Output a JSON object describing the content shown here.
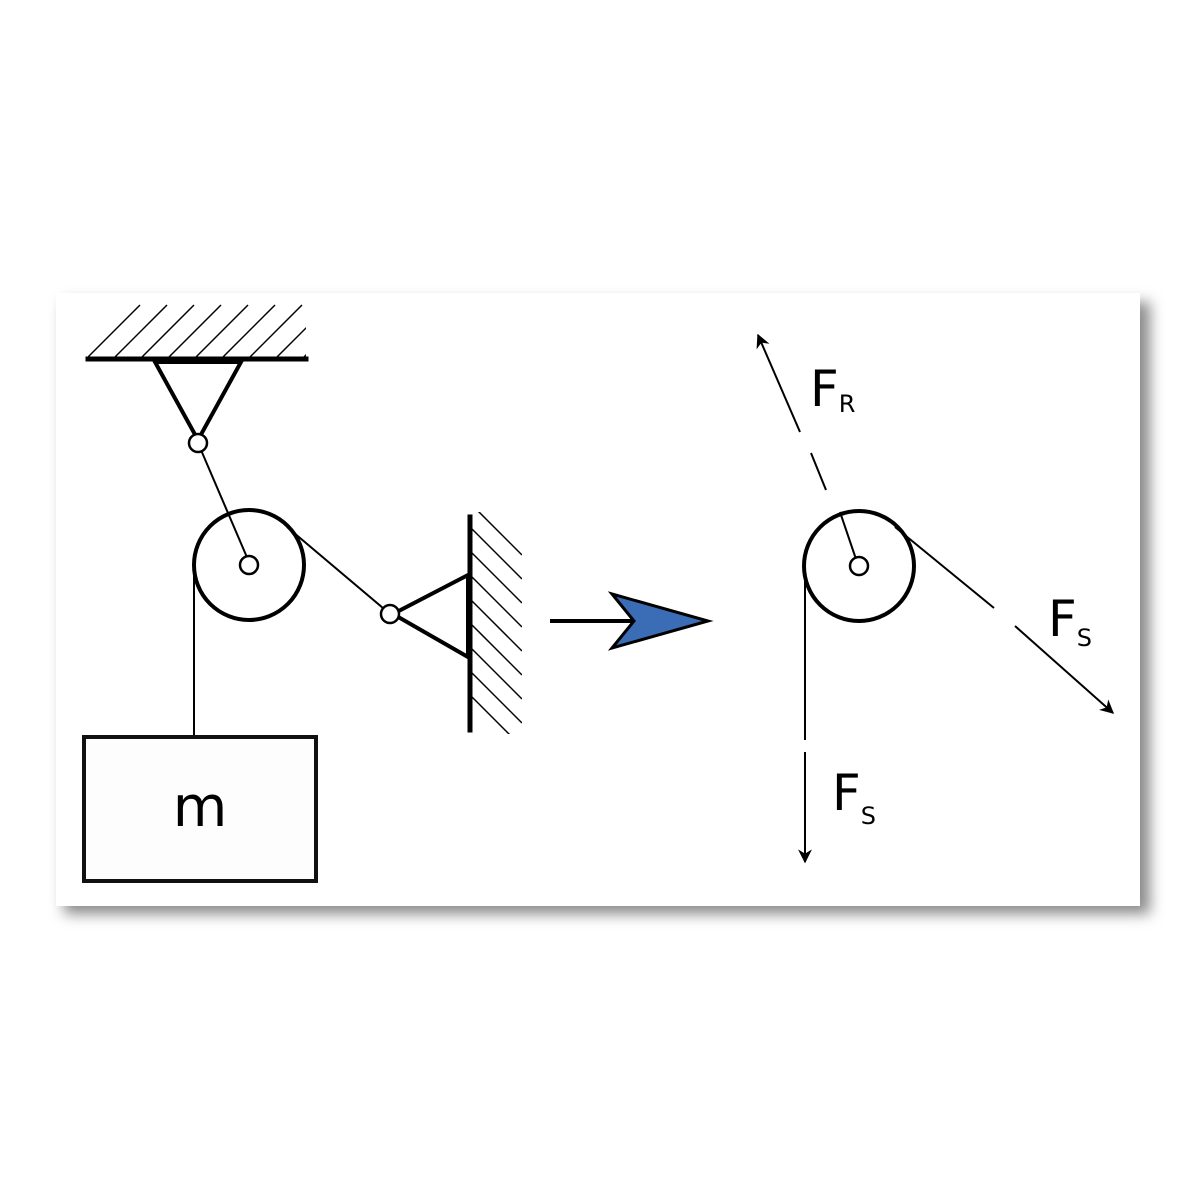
{
  "mass_label": "m",
  "forces": {
    "resultant": {
      "symbol": "F",
      "subscript": "R"
    },
    "rope_right": {
      "symbol": "F",
      "subscript": "S"
    },
    "rope_down": {
      "symbol": "F",
      "subscript": "S"
    }
  },
  "colors": {
    "transition_arrow_fill": "#3a6db5",
    "line": "#000000",
    "background": "#ffffff"
  }
}
